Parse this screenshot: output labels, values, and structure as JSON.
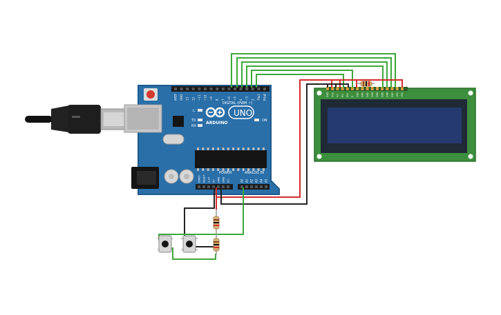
{
  "colors": {
    "board": "#2a6fa8",
    "board_edge": "#1f5a8c",
    "wire_green": "#3aa83a",
    "wire_red": "#d42a2a",
    "wire_black": "#222222",
    "lcd_pcb": "#3d8f3d",
    "lcd_screen": "#243a70",
    "header": "#1a1a1a",
    "resistor_body": "#d8b27a"
  },
  "arduino": {
    "brand": "ARDUINO",
    "model": "UNO",
    "digital_label": "DIGITAL (PWM ~)",
    "power_label": "POWER",
    "analog_label": "ANALOG IN",
    "on_label": "ON",
    "led_labels": [
      "L",
      "TX",
      "RX"
    ],
    "digital_pins": [
      "AREF",
      "GND",
      "13",
      "12",
      "~11",
      "~10",
      "~9",
      "8",
      "7",
      "~6",
      "~5",
      "4",
      "~3",
      "2",
      "TX▸1",
      "RX◂0"
    ],
    "power_pins": [
      "IOREF",
      "RESET",
      "3.3V",
      "5V",
      "GND",
      "GND",
      "Vin"
    ],
    "analog_pins": [
      "A0",
      "A1",
      "A2",
      "A3",
      "A4",
      "A5"
    ]
  },
  "lcd": {
    "pins": [
      "GND",
      "VCC",
      "V0",
      "RS",
      "RW",
      "E",
      "DB0",
      "DB1",
      "DB2",
      "DB3",
      "DB4",
      "DB5",
      "DB6",
      "DB7",
      "LED",
      "LED"
    ]
  },
  "components": {
    "buttons": [
      "pushbutton-1",
      "pushbutton-2"
    ],
    "resistors": [
      "resistor-lcd",
      "resistor-1",
      "resistor-2"
    ]
  }
}
